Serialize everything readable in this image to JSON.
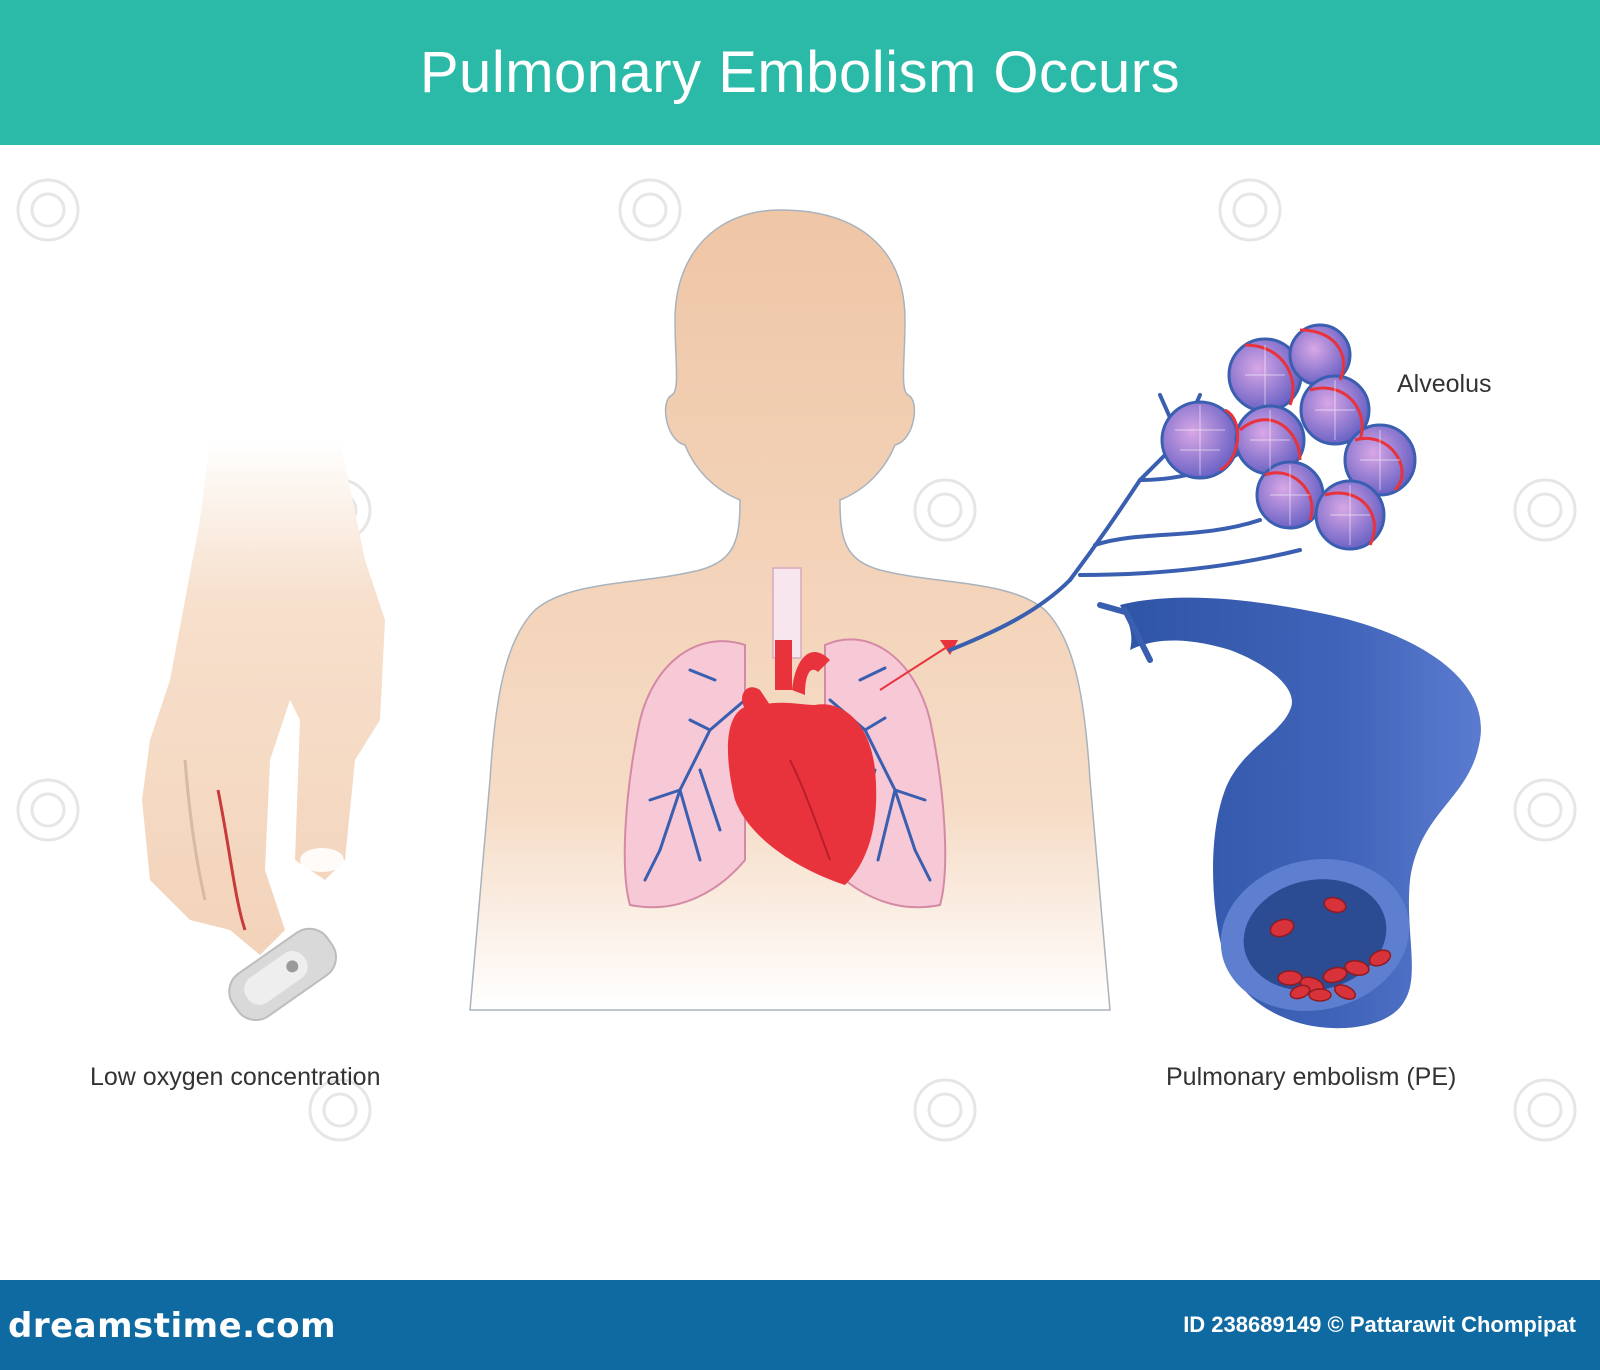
{
  "title": "Pulmonary Embolism Occurs",
  "labels": {
    "low_oxygen": "Low oxygen concentration",
    "alveolus": "Alveolus",
    "pulmonary_embolism": "Pulmonary embolism (PE)"
  },
  "footer": {
    "brand": "dreamstime.com",
    "credit": "ID 238689149 © Pattarawit Chompipat"
  },
  "colors": {
    "header": "#2bbaa8",
    "footer": "#0f6aa1",
    "skin": "#f3cfb0",
    "artery": "#e8333c",
    "vein": "#3a5fb0",
    "lung": "#f7c8d6"
  }
}
